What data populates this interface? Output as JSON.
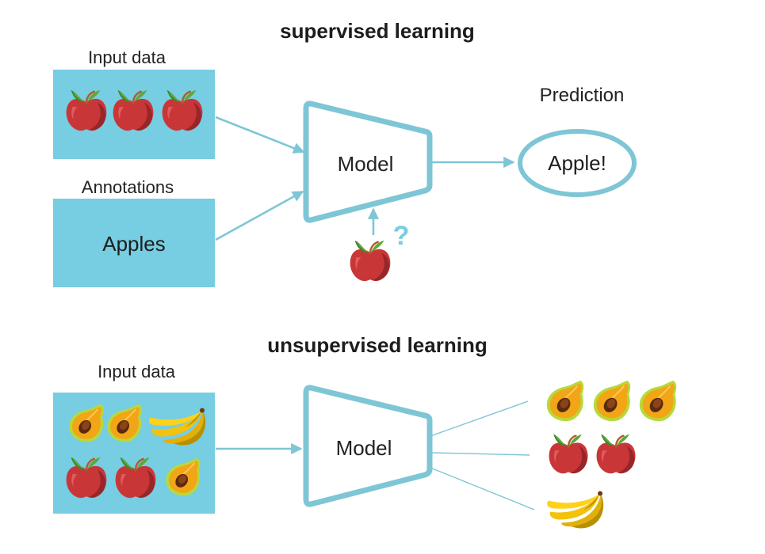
{
  "colors": {
    "accent": "#7ec6d6",
    "box_fill": "#77cde1",
    "text": "#222222"
  },
  "supervised": {
    "title": "supervised learning",
    "input_label": "Input data",
    "input_items": [
      "apple",
      "apple",
      "apple"
    ],
    "annotations_label": "Annotations",
    "annotation_value": "Apples",
    "model_label": "Model",
    "query_item": "apple",
    "query_icon": "question-mark-icon",
    "query_symbol": "?",
    "prediction_label": "Prediction",
    "prediction_value": "Apple!"
  },
  "unsupervised": {
    "title": "unsupervised learning",
    "input_label": "Input data",
    "input_items": [
      "papaya",
      "papaya",
      "banana",
      "apple",
      "apple",
      "papaya"
    ],
    "model_label": "Model",
    "clusters": [
      {
        "name": "papaya-cluster",
        "items": [
          "papaya",
          "papaya",
          "papaya"
        ]
      },
      {
        "name": "apple-cluster",
        "items": [
          "apple",
          "apple"
        ]
      },
      {
        "name": "banana-cluster",
        "items": [
          "banana"
        ]
      }
    ]
  }
}
